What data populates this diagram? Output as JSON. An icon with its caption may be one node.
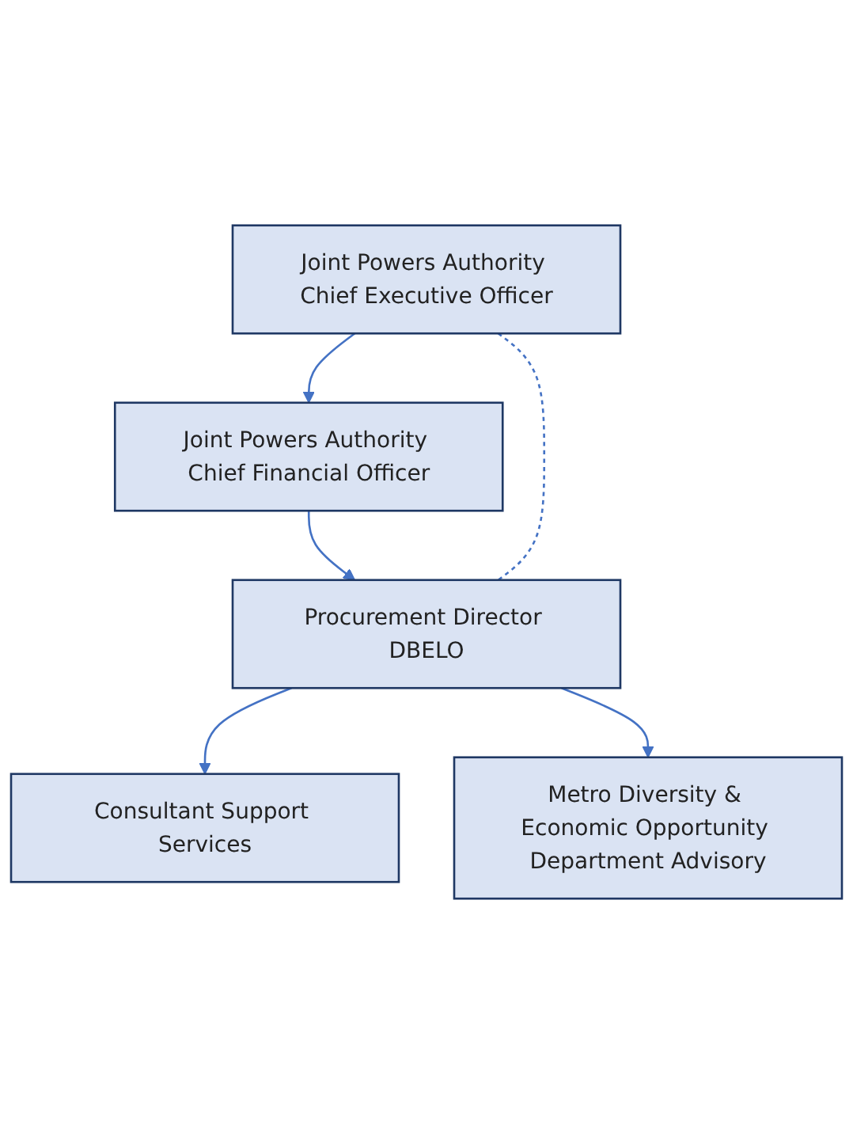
{
  "diagram": {
    "nodes": [
      {
        "text": [
          "Joint Powers Authority Chief Executive Officer"
        ]
      },
      {
        "text": [
          "Joint Powers Authority Chief Financial Officer"
        ]
      },
      {
        "text": [
          "Procurement Director DBELO"
        ]
      },
      {
        "text": [
          "Consultant Support Services"
        ]
      },
      {
        "text": [
          "Metro Diversity & Economic Opportunity Department Advisory"
        ]
      }
    ],
    "edges": [
      {
        "from": 0,
        "to": 1,
        "arrow": "to"
      },
      {
        "from": 1,
        "to": 2,
        "arrow": "to"
      },
      {
        "from": 0,
        "to": 2,
        "arrow": "none",
        "style": "dashed"
      },
      {
        "from": 2,
        "to": 3,
        "arrow": "to"
      },
      {
        "from": 2,
        "to": 4,
        "arrow": "to"
      }
    ]
  }
}
